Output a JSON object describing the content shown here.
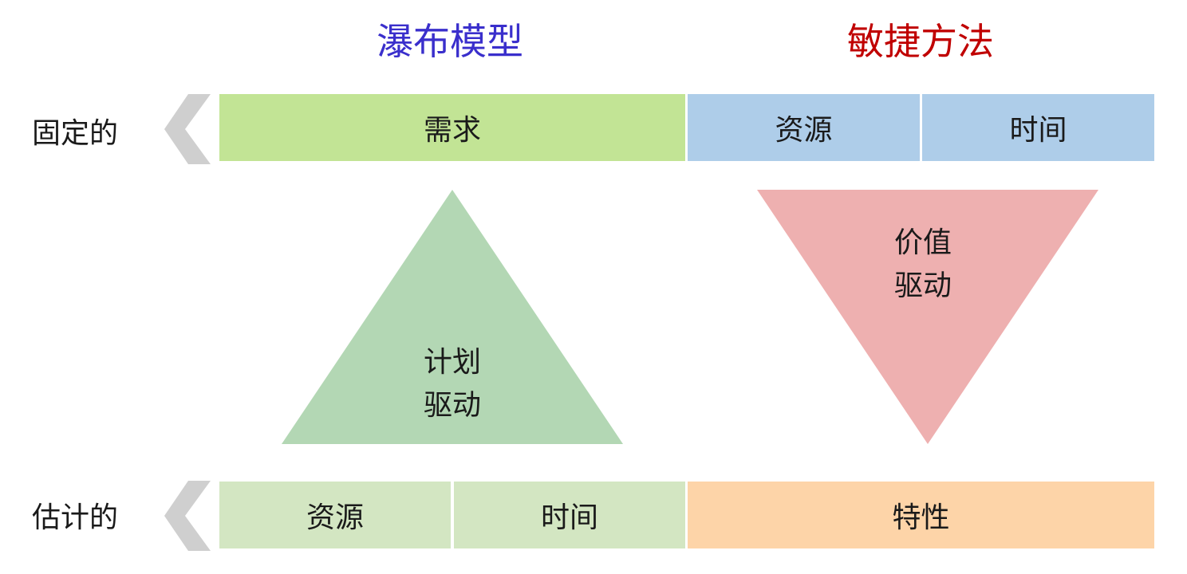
{
  "headings": {
    "waterfall": "瀑布模型",
    "agile": "敏捷方法"
  },
  "rows": {
    "fixed_label": "固定的",
    "estimated_label": "估计的"
  },
  "top_row": {
    "requirements": "需求",
    "resources": "资源",
    "time": "时间"
  },
  "bottom_row": {
    "resources": "资源",
    "time": "时间",
    "features": "特性"
  },
  "triangles": {
    "waterfall_line1": "计划",
    "waterfall_line2": "驱动",
    "agile_line1": "价值",
    "agile_line2": "驱动"
  },
  "colors": {
    "waterfall_heading": "#3a2fcc",
    "agile_heading": "#c00000",
    "requirements_fill": "#c2e495",
    "fixed_agile_fill": "#aecde9",
    "estimated_waterfall_fill": "#d3e6c2",
    "features_fill": "#fdd4a8",
    "plan_triangle_fill": "#b3d7b4",
    "value_triangle_fill": "#eeb0b0",
    "chevron_fill": "#cfcfcf"
  }
}
